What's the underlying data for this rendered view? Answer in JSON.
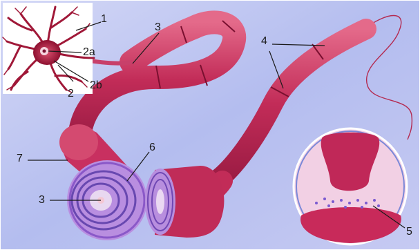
{
  "diagram": {
    "labels": {
      "l1": "1",
      "l2": "2",
      "l2a": "2a",
      "l2b": "2b",
      "l3_top": "3",
      "l3_left": "3",
      "l4": "4",
      "l5": "5",
      "l6": "6",
      "l7": "7"
    },
    "colors": {
      "background": "#c2c8f0",
      "fiber": "#c8305e",
      "fiber_light": "#e0607e",
      "myelin_ring": "#a878d8",
      "neuron": "#a01838",
      "inset_bg": "#f4d4e6"
    }
  }
}
